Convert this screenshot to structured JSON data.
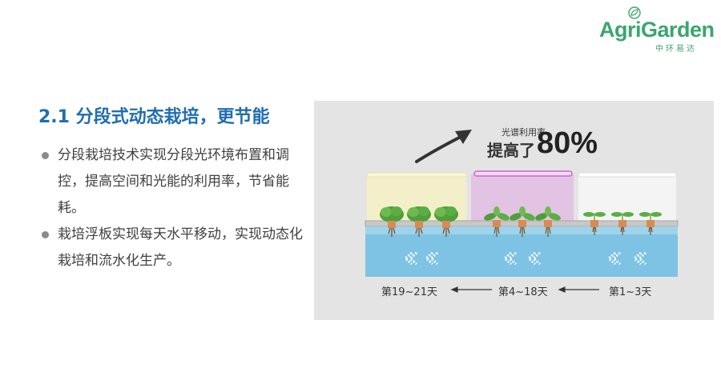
{
  "logo": {
    "brand": "AgriGarden",
    "subtitle": "中环易达",
    "icon": "leaf-icon"
  },
  "section": {
    "title": "2.1 分段式动态栽培，更节能",
    "bullets": [
      "分段栽培技术实现分段光环境布置和调控，提高空间和光能的利用率，节省能耗。",
      "栽培浮板实现每天水平移动，实现动态化栽培和流水化生产。"
    ]
  },
  "diagram": {
    "rate_label": "光谱利用率",
    "rate_prefix": "提高了",
    "rate_value": "80%",
    "stages": [
      "第19~21天",
      "第4~18天",
      "第1~3天"
    ],
    "colors": {
      "stage1_light": "#f3efc9",
      "stage2_light": "#e3c3e3",
      "stage3_light": "#f4f4f4",
      "water": "#7ec3e3",
      "accent": "#1f6db3"
    }
  }
}
